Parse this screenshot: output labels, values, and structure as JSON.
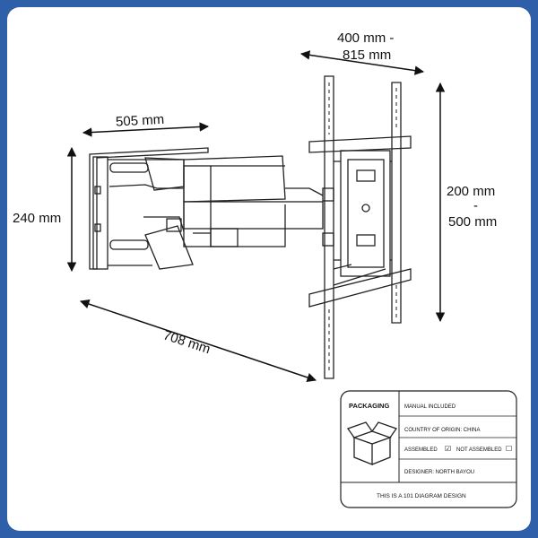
{
  "dimensions": {
    "arm_width": "505 mm",
    "arm_height": "240 mm",
    "total_length": "708 mm",
    "vesa_horizontal_line1": "400 mm -",
    "vesa_horizontal_line2": "815 mm",
    "vesa_vertical_line1": "200 mm",
    "vesa_vertical_dash": "-",
    "vesa_vertical_line2": "500 mm"
  },
  "packaging": {
    "title": "PACKAGING",
    "manual": "MANUAL INCLUDED",
    "origin": "COUNTRY OF ORIGIN: CHINA",
    "assembled": "ASSEMBLED",
    "assembled_mark": "☑",
    "not_assembled": "NOT ASSEMBLED",
    "not_assembled_mark": "☐",
    "designer": "DESIGNER: NORTH BAYOU",
    "footer": "THIS IS A 101 DIAGRAM DESIGN"
  },
  "colors": {
    "frame": "#2f5fa8",
    "line": "#222222",
    "background": "#ffffff"
  }
}
